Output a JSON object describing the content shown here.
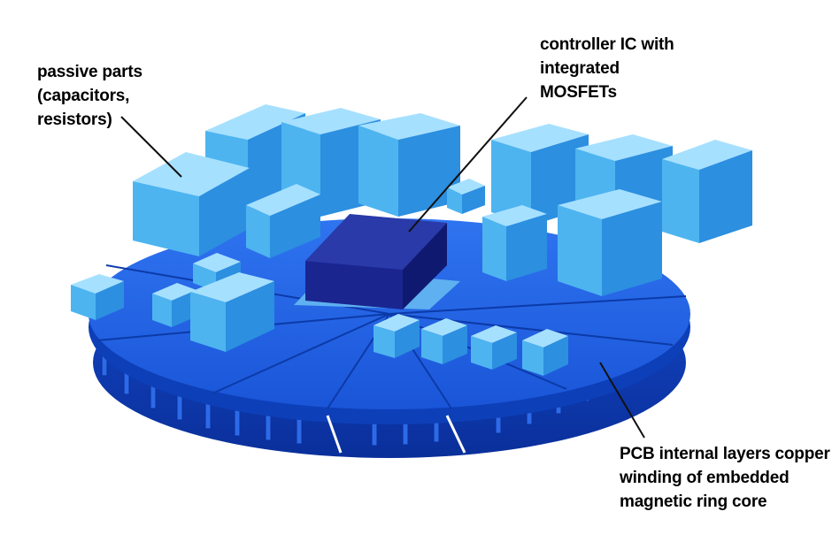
{
  "labels": {
    "passive_parts": [
      "passive parts",
      "(capacitors,",
      "resistors)"
    ],
    "controller_ic": [
      "controller IC with",
      "integrated",
      "MOSFETs"
    ],
    "pcb_winding": [
      "PCB internal layers copper",
      "winding of embedded",
      "magnetic ring core"
    ]
  },
  "colors": {
    "board_top": "#1f5fe0",
    "board_edge": "#0d3fb8",
    "passive_front": "#4db4f0",
    "passive_top": "#a6e0ff",
    "passive_side": "#2c8fe0",
    "ic_front": "#1a2590",
    "ic_top": "#2a3aa8",
    "ic_side": "#101970",
    "leader_line": "#111111"
  }
}
